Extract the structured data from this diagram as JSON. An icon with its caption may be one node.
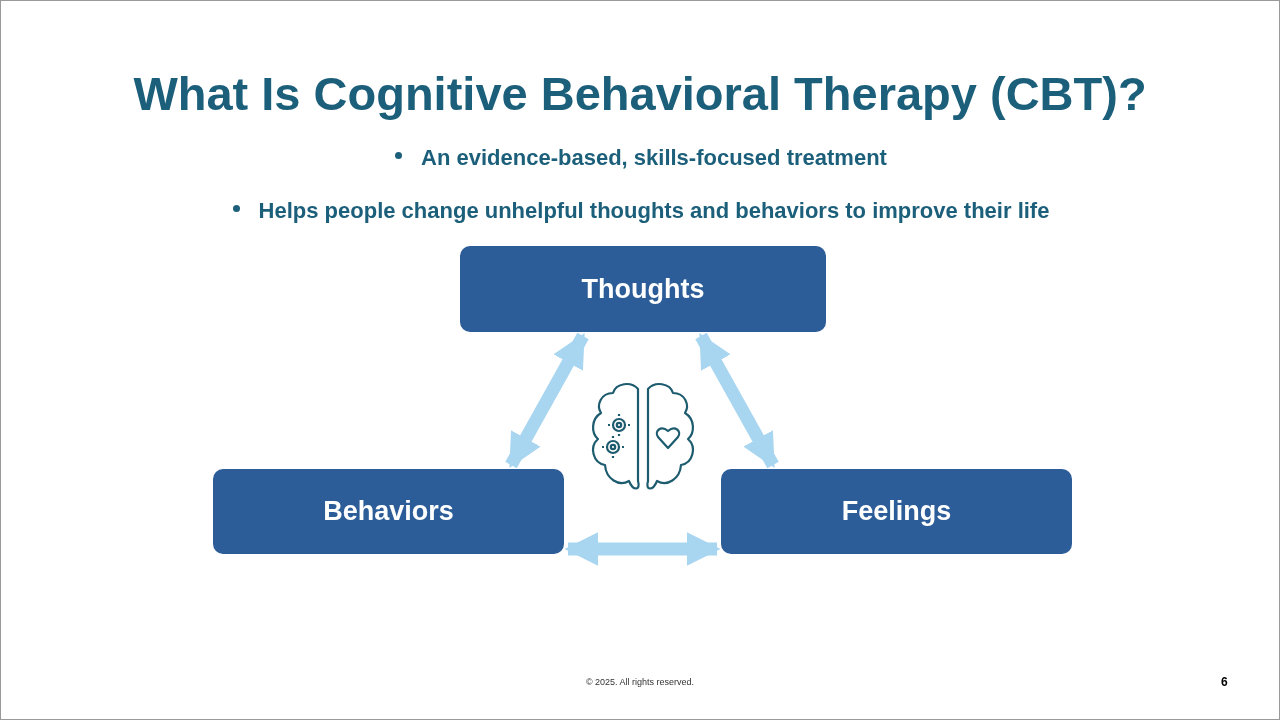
{
  "diagram": {
    "title": "What Is Cognitive Behavioral Therapy (CBT)?",
    "nodes": [
      {
        "text": [
          "Thoughts"
        ]
      },
      {
        "text": [
          "Behaviors"
        ]
      },
      {
        "text": [
          "Feelings"
        ]
      }
    ],
    "edges": [
      {
        "from": 0,
        "to": 1,
        "arrow": "both"
      },
      {
        "from": 0,
        "to": 2,
        "arrow": "both"
      },
      {
        "from": 1,
        "to": 2,
        "arrow": "both"
      }
    ],
    "labels": [
      "An evidence-based, skills-focused treatment",
      "Helps people change unhelpful thoughts and behaviors to improve their life",
      "© 2025. All rights reserved.",
      "6"
    ]
  }
}
